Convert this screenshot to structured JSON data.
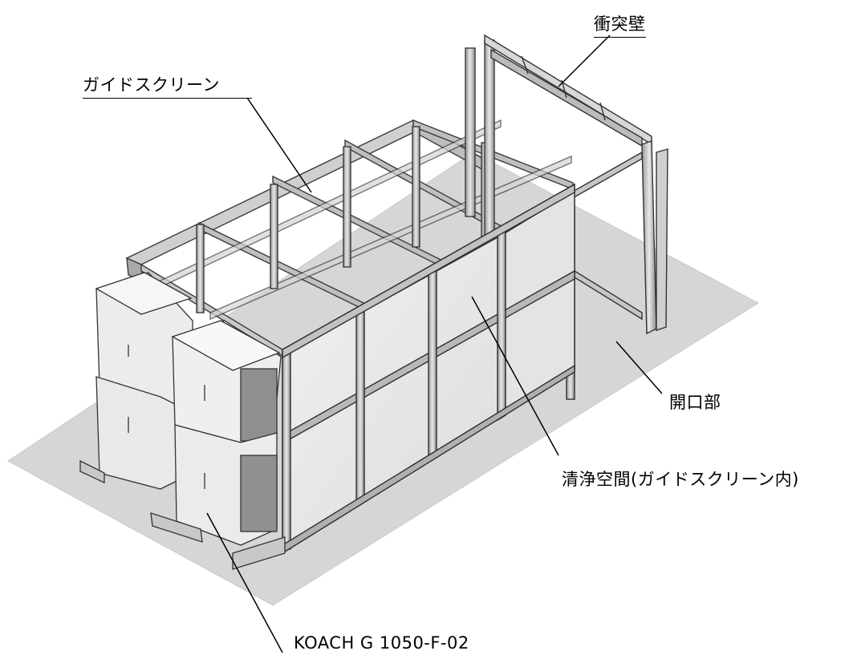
{
  "labels": {
    "collision_wall": "衝突壁",
    "guide_screen": "ガイドスクリーン",
    "opening": "開口部",
    "clean_space": "清浄空間(ガイドスクリーン内)",
    "model": "KOACH G 1050-F-02"
  }
}
